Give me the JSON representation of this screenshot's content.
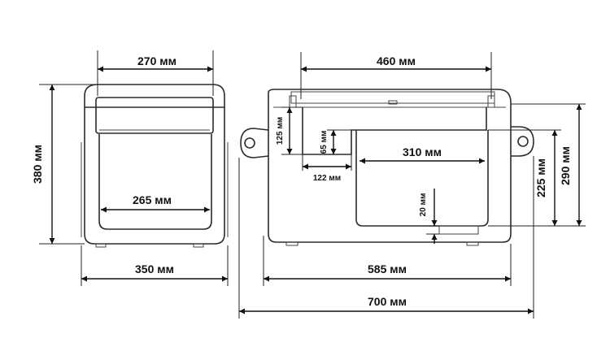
{
  "front_view": {
    "width_top": "270 мм",
    "height_total": "380 мм",
    "inner_width": "265 мм",
    "outer_width": "350 мм"
  },
  "side_view": {
    "lid_width": "460 мм",
    "step_height": "125 мм",
    "step_depth": "65 мм",
    "step_length": "122 мм",
    "compartment_width": "310 мм",
    "compartment_height": "225 мм",
    "body_height": "290 мм",
    "drain_offset": "20 мм",
    "body_length": "585 мм",
    "total_length": "700 мм"
  }
}
